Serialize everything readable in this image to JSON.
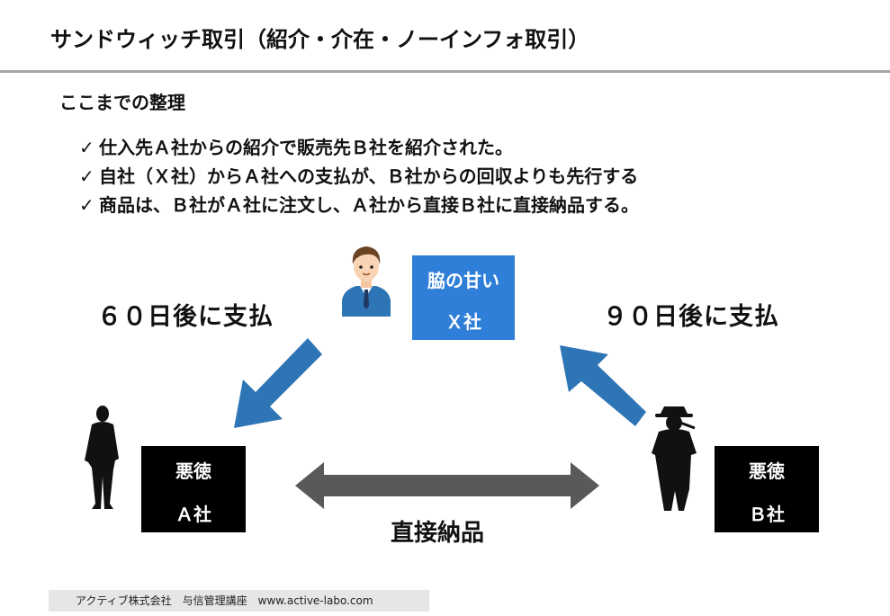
{
  "title": "サンドウィッチ取引（紹介・介在・ノーインフォ取引）",
  "summary_heading": "ここまでの整理",
  "bullets": [
    "仕入先Ａ社からの紹介で販売先Ｂ社を紹介された。",
    "自社（Ｘ社）からＡ社への支払が、Ｂ社からの回収よりも先行する",
    "商品は、Ｂ社がＡ社に注文し、Ａ社から直接Ｂ社に直接納品する。"
  ],
  "check_mark": "✓",
  "left_payment": "６０日後に支払",
  "right_payment": "９０日後に支払",
  "company_x": {
    "line1": "脇の甘い",
    "line2": "Ｘ社"
  },
  "company_a": {
    "line1": "悪徳",
    "line2": "Ａ社"
  },
  "company_b": {
    "line1": "悪徳",
    "line2": "Ｂ社"
  },
  "delivery_label": "直接納品",
  "footer": "アクティブ株式会社　与信管理講座　www.active-labo.com",
  "colors": {
    "accent_blue": "#2f7ed8",
    "arrow_blue": "#2e75b6",
    "arrow_gray": "#595959",
    "rule_gray": "#a6a6a6"
  },
  "icons": [
    "businessman-icon",
    "silhouette-man-icon",
    "detective-icon",
    "arrow-down-left-icon",
    "arrow-up-left-icon",
    "double-arrow-icon"
  ]
}
